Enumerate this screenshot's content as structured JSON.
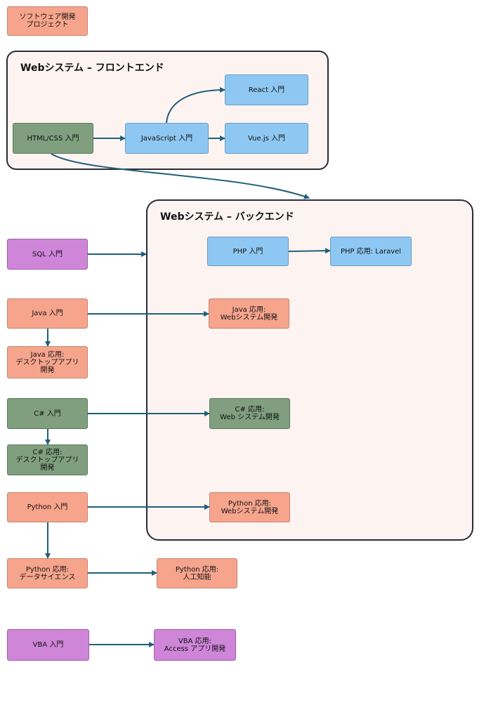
{
  "groups": {
    "frontend": {
      "title": "Webシステム – フロントエンド"
    },
    "backend": {
      "title": "Webシステム – バックエンド"
    }
  },
  "nodes": {
    "software_project": "ソフトウェア開発\nプロジェクト",
    "html_css": "HTML/CSS 入門",
    "javascript": "JavaScript 入門",
    "react": "React 入門",
    "vue": "Vue.js 入門",
    "sql": "SQL 入門",
    "php": "PHP 入門",
    "php_laravel": "PHP 応用: Laravel",
    "java": "Java 入門",
    "java_web": "Java 応用:\nWebシステム開発",
    "java_desktop": "Java 応用:\nデスクトップアプリ\n開発",
    "csharp": "C# 入門",
    "csharp_web": "C# 応用:\nWeb システム開発",
    "csharp_desktop": "C# 応用:\nデスクトップアプリ\n開発",
    "python": "Python 入門",
    "python_web": "Python 応用:\nWebシステム開発",
    "python_ds": "Python 応用:\nデータサイエンス",
    "python_ai": "Python 応用:\n人工知能",
    "vba": "VBA 入門",
    "vba_access": "VBA 応用:\nAccess アプリ開発"
  },
  "colors": {
    "salmon": "#f6a48c",
    "blue": "#8ec8f2",
    "green": "#7f9f7e",
    "purple": "#cf85d8",
    "edge": "#1f5f7a",
    "group_fill": "#fdf4f2",
    "group_border": "#2b2b3a"
  }
}
